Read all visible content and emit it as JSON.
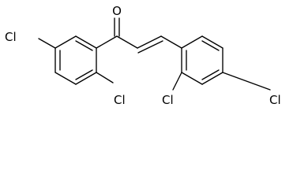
{
  "molecule": {
    "atoms": {
      "oxygen": "O",
      "cl_top_left": "Cl",
      "cl_bottom_left": "Cl",
      "cl_bottom_right_a": "Cl",
      "cl_bottom_right_b": "Cl"
    }
  }
}
